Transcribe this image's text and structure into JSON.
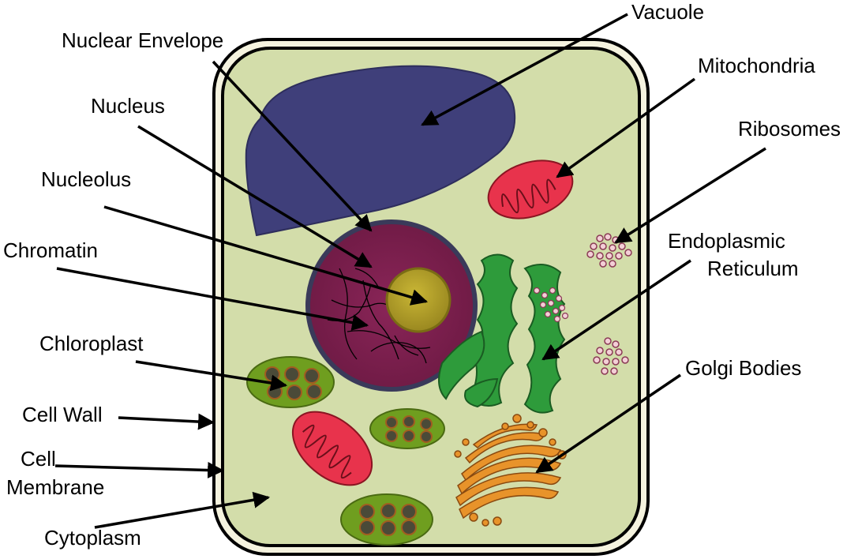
{
  "labels": {
    "vacuole": "Vacuole",
    "nuclear_envelope": "Nuclear Envelope",
    "mitochondria": "Mitochondria",
    "nucleus": "Nucleus",
    "ribosomes": "Ribosomes",
    "nucleolus": "Nucleolus",
    "chromatin": "Chromatin",
    "endoplasmic_1": "Endoplasmic",
    "endoplasmic_2": "Reticulum",
    "chloroplast": "Chloroplast",
    "golgi": "Golgi Bodies",
    "cell_wall": "Cell Wall",
    "cell_membrane_1": "Cell",
    "cell_membrane_2": "Membrane",
    "cytoplasm": "Cytoplasm"
  },
  "colors": {
    "cytoplasm": "#d3ddaa",
    "wall": "#f5f3df",
    "vacuole": "#3f3f7a",
    "nucleus": "#7d1f4e",
    "nucleolus": "#b5a128",
    "mito": "#e8334c",
    "chloro": "#6f9e1f",
    "chloro_dot": "#4a4a38",
    "er": "#2e9b3b",
    "golgi": "#e8932a",
    "ribosome": "#f3cfd6"
  }
}
